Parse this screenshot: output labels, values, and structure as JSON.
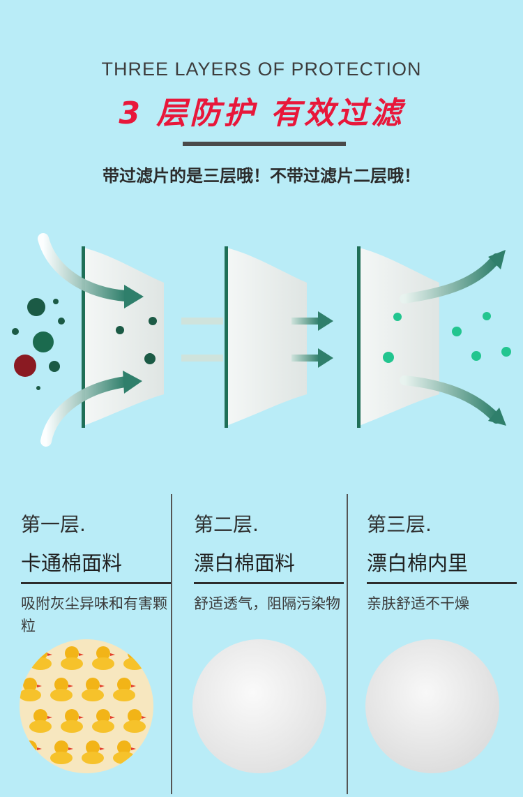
{
  "header": {
    "subtitle_en": "THREE LAYERS OF PROTECTION",
    "title_cn": "3 层防护 有效过滤",
    "note": "带过滤片的是三层哦！不带过滤片二层哦！"
  },
  "colors": {
    "background": "#b9ecf7",
    "title_red": "#e8173a",
    "arrow_green": "#2f7f6b",
    "particle_green": "#22c58f",
    "virus_dark": "#1b5a45",
    "virus_red": "#8a1a22"
  },
  "layers": [
    {
      "num": "第一层.",
      "name": "卡通棉面料",
      "desc": "吸附灰尘异味和有害颗粒",
      "swatch": "duck-print-fabric"
    },
    {
      "num": "第二层.",
      "name": "漂白棉面料",
      "desc": "舒适透气，阻隔污染物",
      "swatch": "white-cotton-fabric"
    },
    {
      "num": "第三层.",
      "name": "漂白棉内里",
      "desc": "亲肤舒适不干燥",
      "swatch": "white-cotton-fabric"
    }
  ]
}
